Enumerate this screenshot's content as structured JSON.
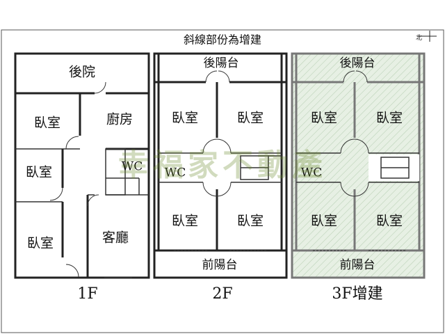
{
  "note": "斜線部份為增建",
  "compass_label": "北",
  "watermark": "幸福家不動產",
  "floors": {
    "f1": {
      "label": "1F",
      "rooms": {
        "backyard": "後院",
        "bedroom_top": "臥室",
        "kitchen": "廚房",
        "bedroom_mid": "臥室",
        "wc": "WC",
        "bedroom_bottom": "臥室",
        "living": "客廳"
      }
    },
    "f2": {
      "label": "2F",
      "rooms": {
        "back_balcony": "後陽台",
        "bedroom_tl": "臥室",
        "bedroom_tr": "臥室",
        "wc": "WC",
        "bedroom_bl": "臥室",
        "bedroom_br": "臥室",
        "front_balcony": "前陽台"
      }
    },
    "f3": {
      "label": "3F增建",
      "rooms": {
        "back_balcony": "後陽台",
        "bedroom_tl": "臥室",
        "bedroom_tr": "臥室",
        "wc": "WC",
        "bedroom_bl": "臥室",
        "bedroom_br": "臥室",
        "front_balcony": "前陽台"
      }
    }
  },
  "colors": {
    "wall": "#222222",
    "addition_fill": "#e6efe4",
    "watermark": "#6b8a2a"
  }
}
